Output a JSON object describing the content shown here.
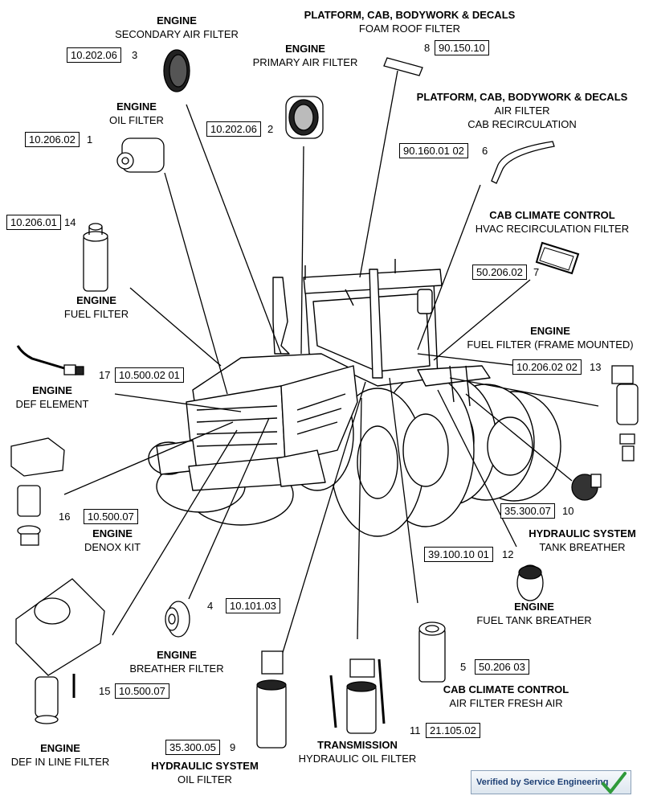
{
  "labels": {
    "secondary_air": {
      "system": "ENGINE",
      "name": "SECONDARY AIR FILTER"
    },
    "primary_air": {
      "system": "ENGINE",
      "name": "PRIMARY AIR FILTER"
    },
    "foam_roof": {
      "system": "PLATFORM, CAB, BODYWORK & DECALS",
      "name": "FOAM ROOF FILTER"
    },
    "cab_recirc": {
      "system": "PLATFORM, CAB, BODYWORK & DECALS",
      "name": "AIR FILTER",
      "name2": "CAB  RECIRCULATION"
    },
    "oil_filter": {
      "system": "ENGINE",
      "name": "OIL FILTER"
    },
    "hvac_recirc": {
      "system": "CAB CLIMATE CONTROL",
      "name": "HVAC RECIRCULATION FILTER"
    },
    "fuel_filter": {
      "system": "ENGINE",
      "name": "FUEL FILTER"
    },
    "fuel_frame": {
      "system": "ENGINE",
      "name": "FUEL FILTER (FRAME MOUNTED)"
    },
    "def_element": {
      "system": "ENGINE",
      "name": "DEF ELEMENT"
    },
    "denox": {
      "system": "ENGINE",
      "name": "DENOX KIT"
    },
    "hyd_tank": {
      "system": "HYDRAULIC SYSTEM",
      "name": "TANK BREATHER"
    },
    "fuel_tank": {
      "system": "ENGINE",
      "name": "FUEL TANK BREATHER"
    },
    "breather": {
      "system": "ENGINE",
      "name": "BREATHER FILTER"
    },
    "fresh_air": {
      "system": "CAB CLIMATE CONTROL",
      "name": "AIR FILTER FRESH AIR"
    },
    "def_inline": {
      "system": "ENGINE",
      "name": "DEF IN LINE FILTER"
    },
    "hyd_oil": {
      "system": "HYDRAULIC SYSTEM",
      "name": "OIL FILTER"
    },
    "trans": {
      "system": "TRANSMISSION",
      "name": "HYDRAULIC OIL FILTER"
    }
  },
  "parts": [
    {
      "item": "3",
      "ref": "10.202.06"
    },
    {
      "item": "2",
      "ref": "10.202.06"
    },
    {
      "item": "8",
      "ref": "90.150.10"
    },
    {
      "item": "6",
      "ref": "90.160.01 02"
    },
    {
      "item": "1",
      "ref": "10.206.02"
    },
    {
      "item": "14",
      "ref": "10.206.01"
    },
    {
      "item": "7",
      "ref": "50.206.02"
    },
    {
      "item": "17",
      "ref": "10.500.02 01"
    },
    {
      "item": "13",
      "ref": "10.206.02 02"
    },
    {
      "item": "16",
      "ref": "10.500.07"
    },
    {
      "item": "10",
      "ref": "35.300.07"
    },
    {
      "item": "12",
      "ref": "39.100.10 01"
    },
    {
      "item": "4",
      "ref": "10.101.03"
    },
    {
      "item": "5",
      "ref": "50.206 03"
    },
    {
      "item": "15",
      "ref": "10.500.07"
    },
    {
      "item": "9",
      "ref": "35.300.05"
    },
    {
      "item": "11",
      "ref": "21.105.02"
    }
  ],
  "footer": {
    "verified_text": "Verified by Service Engineering"
  }
}
